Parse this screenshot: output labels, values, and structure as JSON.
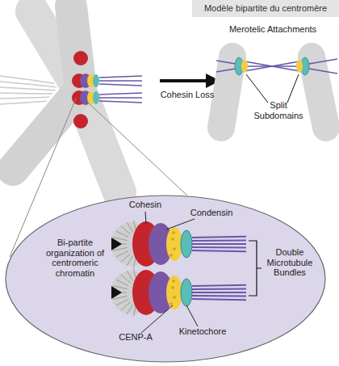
{
  "diagram": {
    "title": "Modèle bipartite du centromère",
    "nodes": [
      {
        "text": [
          "Cohesin",
          "Condensin",
          "Bi-partite organization of centromeric chromatin",
          "Double Microtubule Bundles",
          "CENP-A",
          "Kinetochore"
        ]
      }
    ],
    "labels": [
      "Merotelic Attachments",
      "Cohesin Loss",
      "Split Subdomains"
    ]
  }
}
